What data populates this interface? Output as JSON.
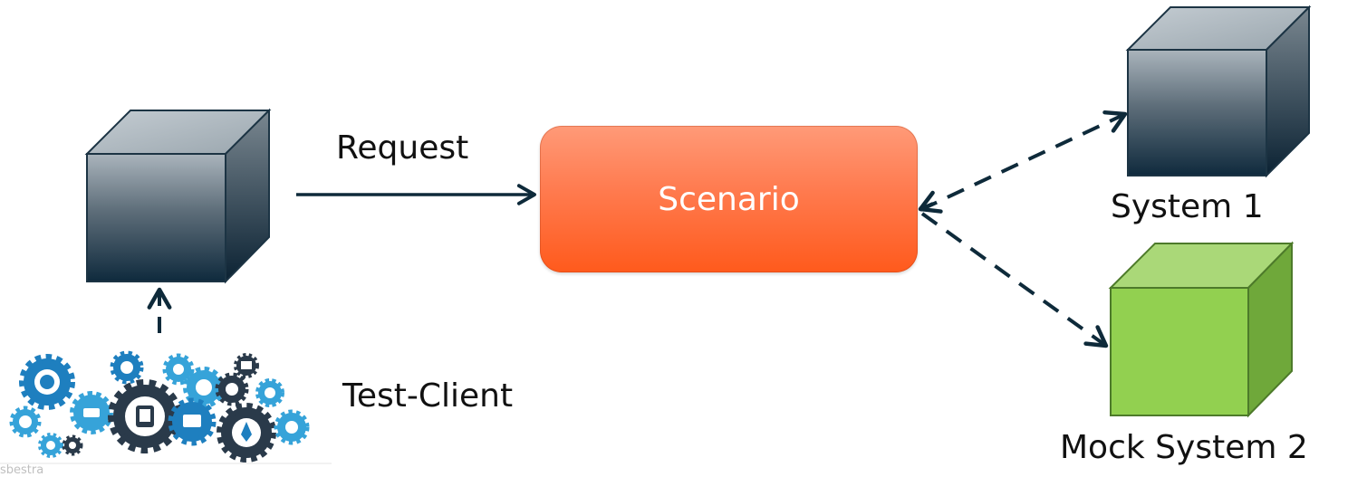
{
  "labels": {
    "request": "Request",
    "scenario": "Scenario",
    "system1": "System 1",
    "mock_system2": "Mock System 2",
    "test_client": "Test-Client"
  },
  "watermark": "sbestra",
  "icons": {
    "client_cube": "dark-cube-icon",
    "system1_cube": "dark-cube-icon",
    "mock_cube": "green-cube-icon",
    "gears": "gears-cluster-icon"
  },
  "colors": {
    "dark_cube_front_top": "#a9b3bb",
    "dark_cube_front_bottom": "#0f2a3d",
    "green_cube_front": "#92d050",
    "scenario_fill": "#ff6a2c",
    "arrow": "#0e2a3a",
    "gear_blue": "#1e7fbf",
    "gear_light": "#36a3d9",
    "gear_dark": "#2a3a4a"
  }
}
